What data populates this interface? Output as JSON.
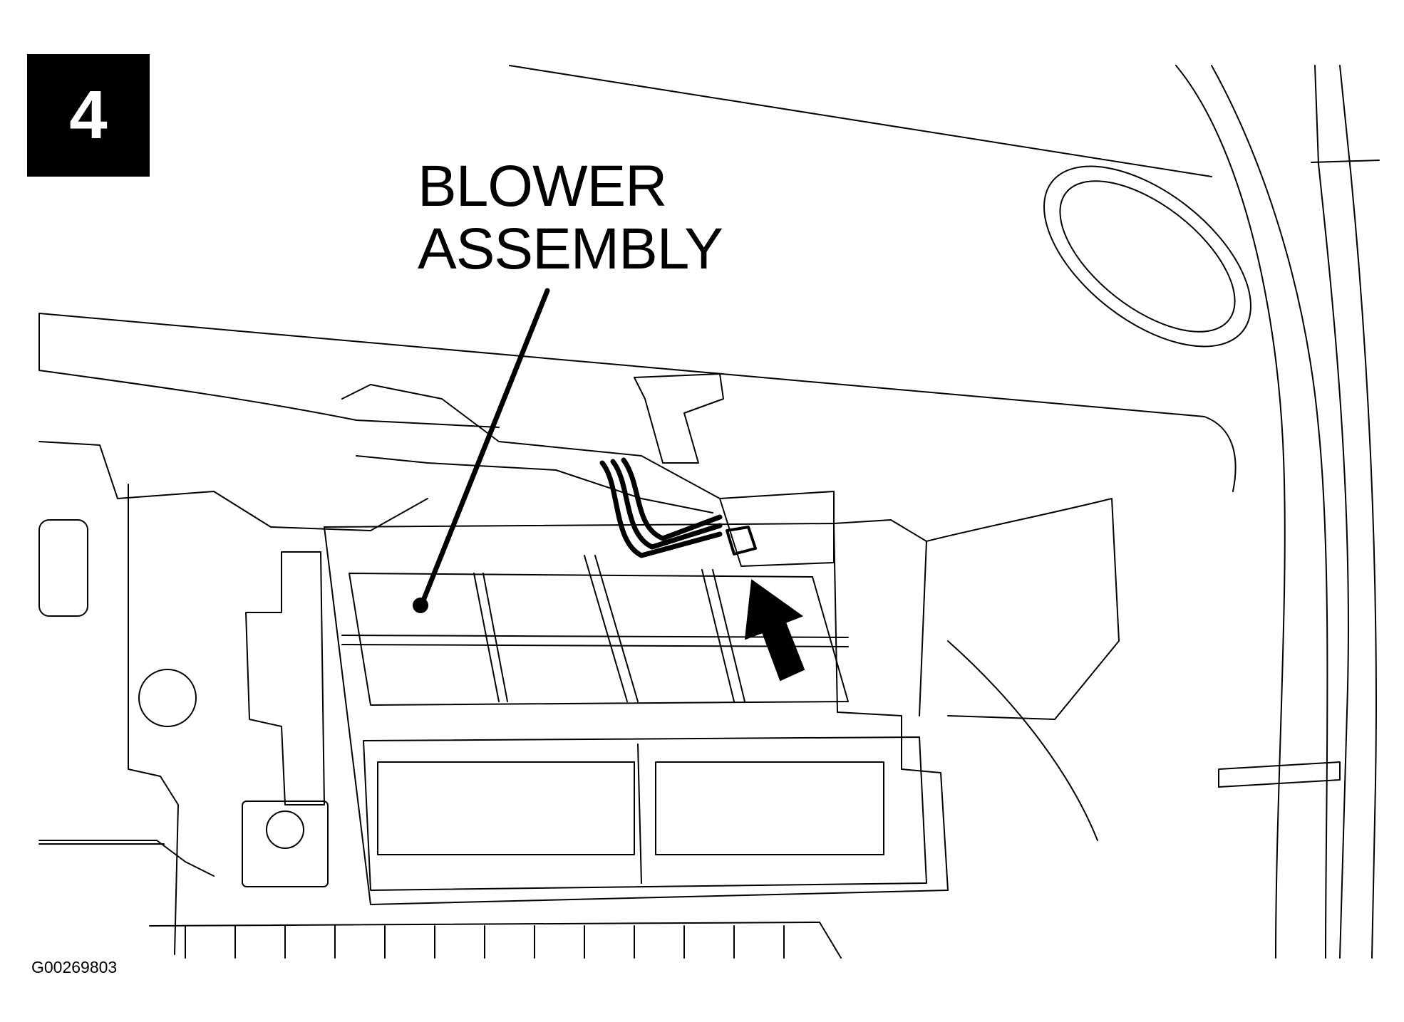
{
  "step_number": "4",
  "callout": {
    "line1": "BLOWER",
    "line2": "ASSEMBLY"
  },
  "figure_id": "G00269803",
  "colors": {
    "ink": "#000000",
    "paper": "#ffffff"
  }
}
